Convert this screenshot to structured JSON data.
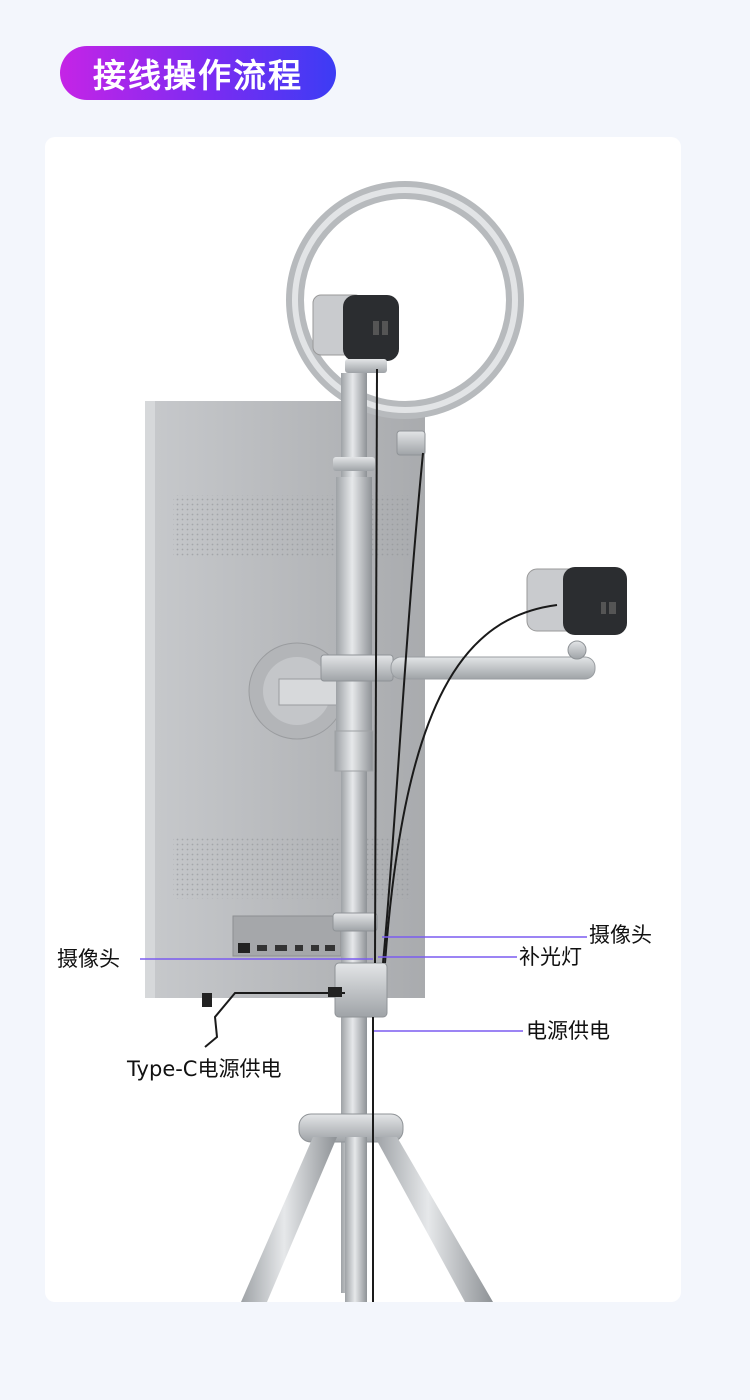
{
  "header": {
    "title": "接线操作流程"
  },
  "labels": {
    "camera_left": "摄像头",
    "camera_right": "摄像头",
    "fill_light": "补光灯",
    "power_supply": "电源供电",
    "typec_power": "Type-C电源供电"
  },
  "colors": {
    "accent_start": "#c524e6",
    "accent_end": "#3c3cf4",
    "leader_line": "#7b5cf0"
  }
}
